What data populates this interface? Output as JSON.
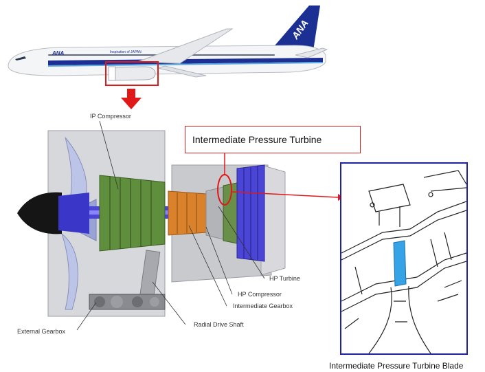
{
  "aircraft": {
    "tail_logo": "ANA",
    "fuselage_logo": "ANA",
    "fuselage_slogan": "Inspiration of JAPAN"
  },
  "callout": {
    "title": "Intermediate Pressure Turbine"
  },
  "engine_labels": {
    "ip_compressor": "IP Compressor",
    "hp_turbine": "HP Turbine",
    "hp_compressor": "HP Compressor",
    "intermediate_gearbox": "Intermediate Gearbox",
    "radial_drive_shaft": "Radial Drive Shaft",
    "external_gearbox": "External Gearbox"
  },
  "blade_caption": "Intermediate Pressure Turbine Blade",
  "colors": {
    "highlight_red": "#e01818",
    "ana_blue": "#1a2a8c",
    "engine_blue": "#3a36c8",
    "compressor_green": "#5a8a3a",
    "gearbox_orange": "#d9822b",
    "blade_cyan": "#35a3e6"
  }
}
